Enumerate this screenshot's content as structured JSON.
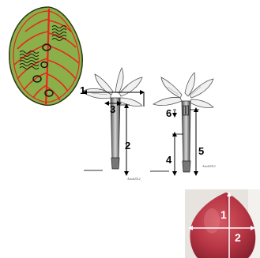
{
  "colors": {
    "leaf": "#8bb04a",
    "vein": "#e8261b",
    "leaf_outline": "#2c3a12",
    "fruit": "#c2414f",
    "fruit_bg": "#e7e4df"
  },
  "flower_left": {
    "labels": [
      "1",
      "2",
      "3"
    ],
    "signature": "Analt2012"
  },
  "flower_right": {
    "labels": [
      "4",
      "5",
      "6"
    ],
    "signature": "Analt2012"
  },
  "fruit": {
    "labels": [
      "1",
      "2"
    ]
  }
}
